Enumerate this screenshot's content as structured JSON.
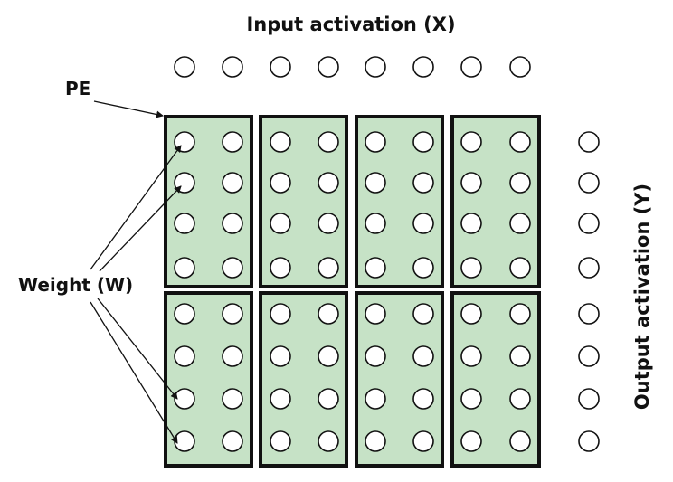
{
  "labels": {
    "input_activation": "Input activation (X)",
    "output_activation": "Output activation (Y)",
    "pe": "PE",
    "weight": "Weight (W)"
  },
  "array": {
    "pe_rows": 2,
    "pe_cols": 4,
    "weights_per_pe_rows": 4,
    "weights_per_pe_cols": 2,
    "input_nodes": 8,
    "output_nodes": 8
  },
  "colors": {
    "pe_fill": "#c6e2c6",
    "stroke": "#111111",
    "node_fill": "#ffffff"
  }
}
